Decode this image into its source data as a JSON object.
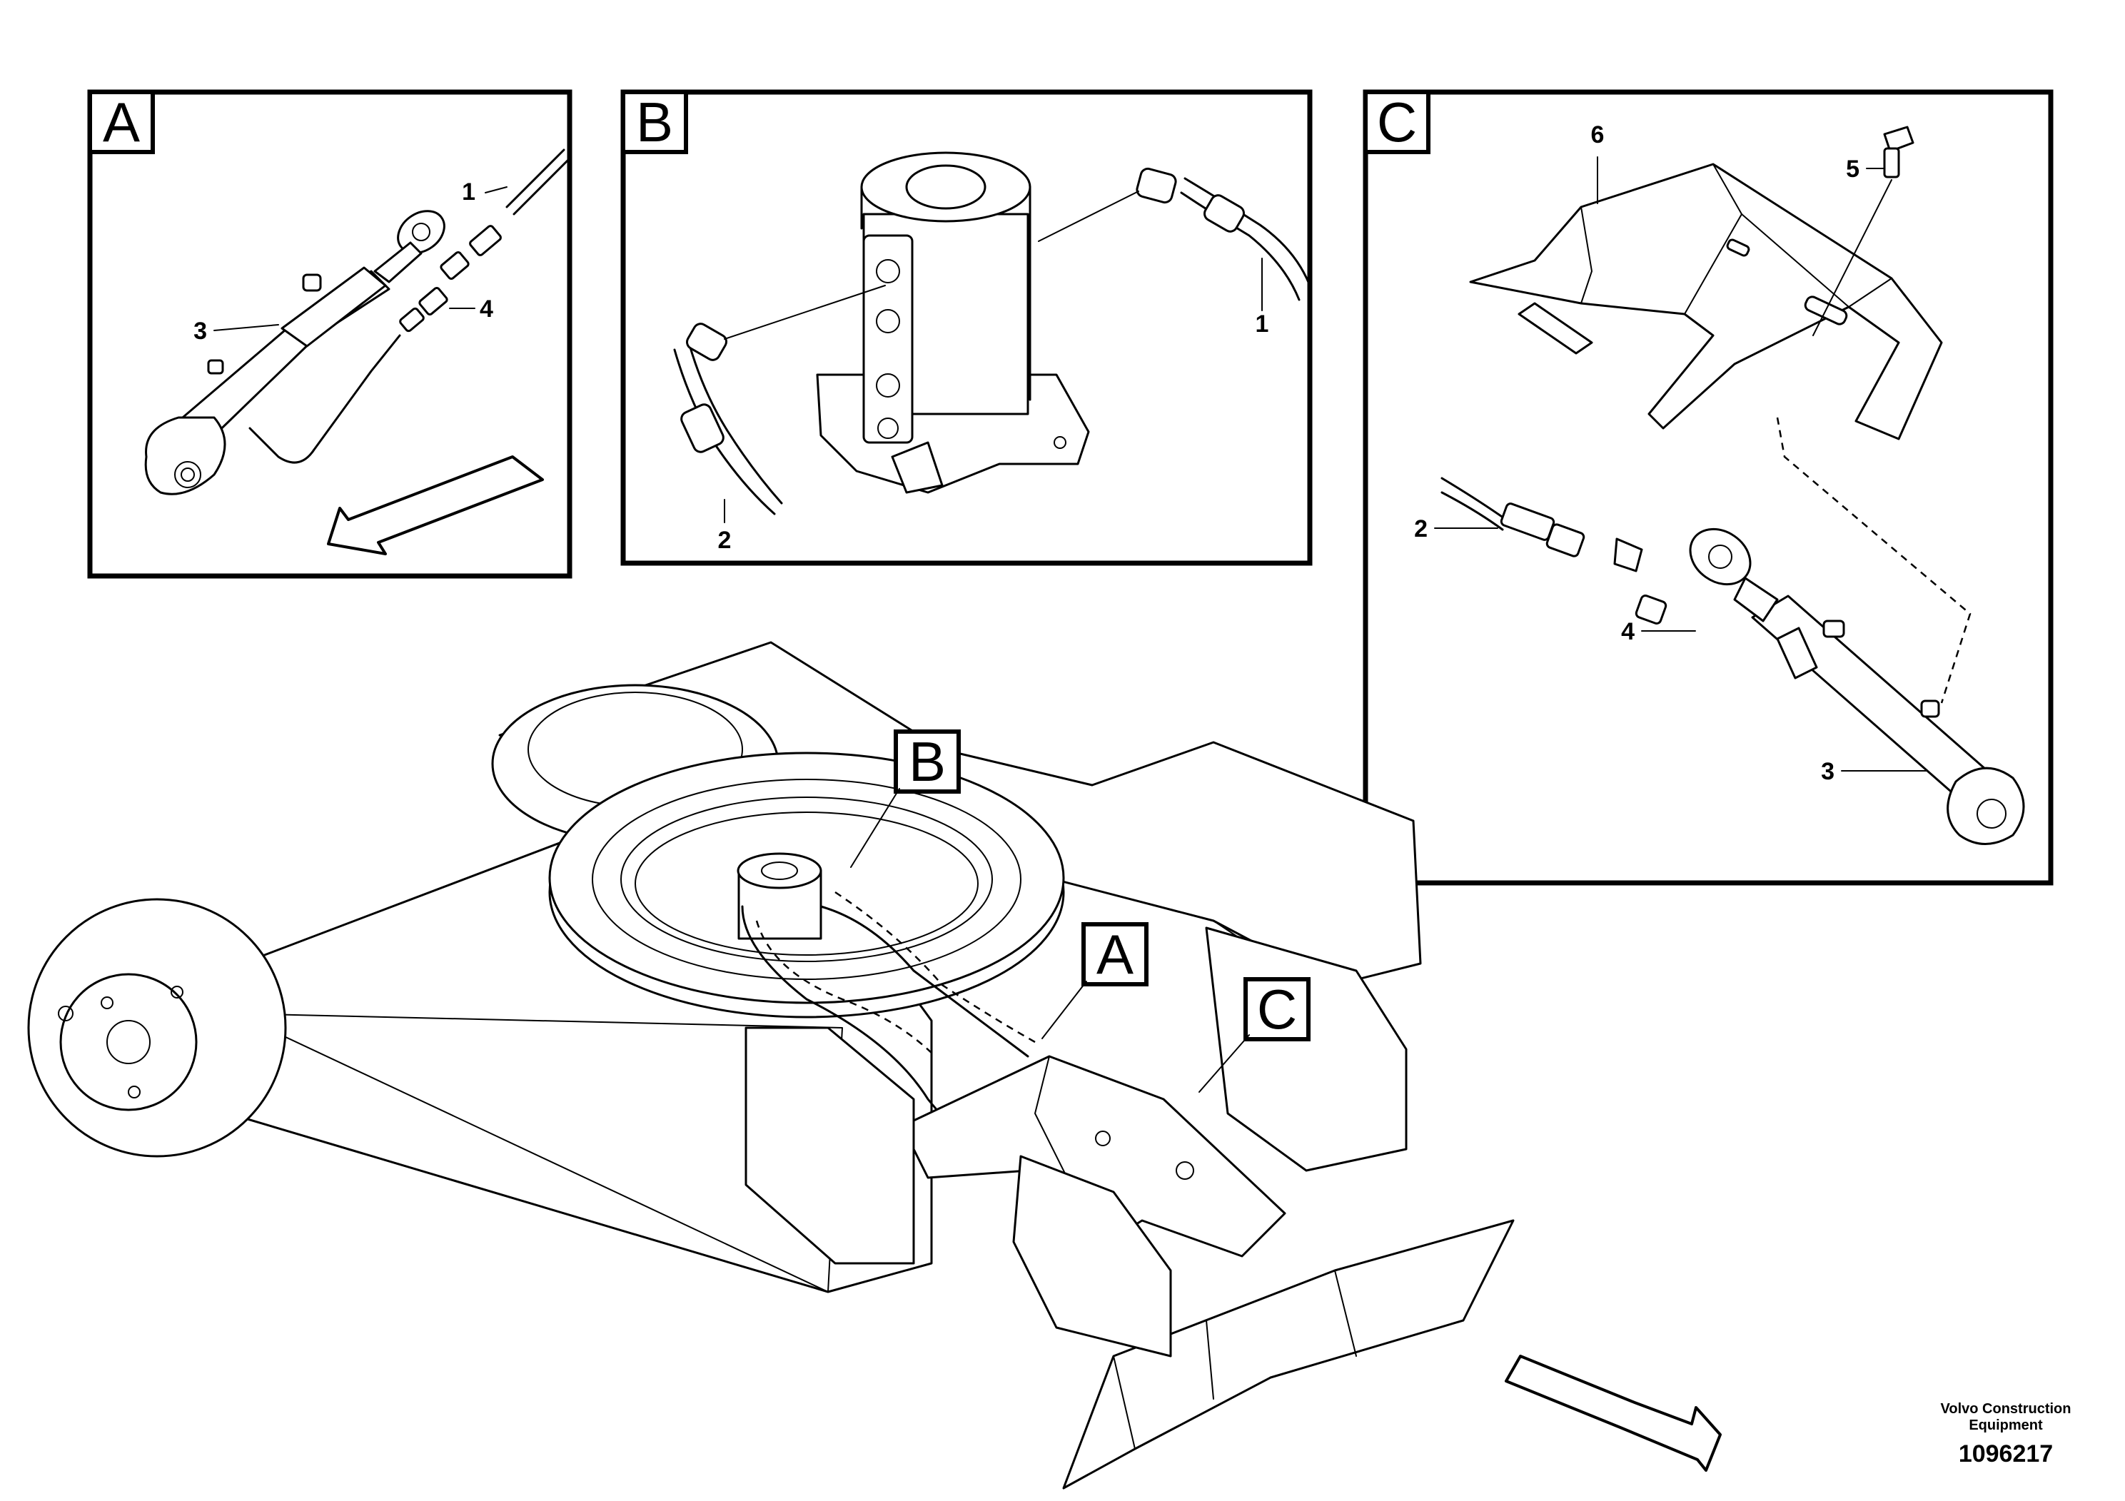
{
  "detail_views": [
    {
      "tag": "A",
      "callouts": [
        "1",
        "3",
        "4"
      ]
    },
    {
      "tag": "B",
      "callouts": [
        "1",
        "2"
      ]
    },
    {
      "tag": "C",
      "callouts": [
        "6",
        "5",
        "2",
        "4",
        "3"
      ]
    }
  ],
  "main_view_tags": [
    "B",
    "A",
    "C"
  ],
  "footer": {
    "company_line1": "Volvo Construction",
    "company_line2": "Equipment",
    "figure_number": "1096217"
  }
}
